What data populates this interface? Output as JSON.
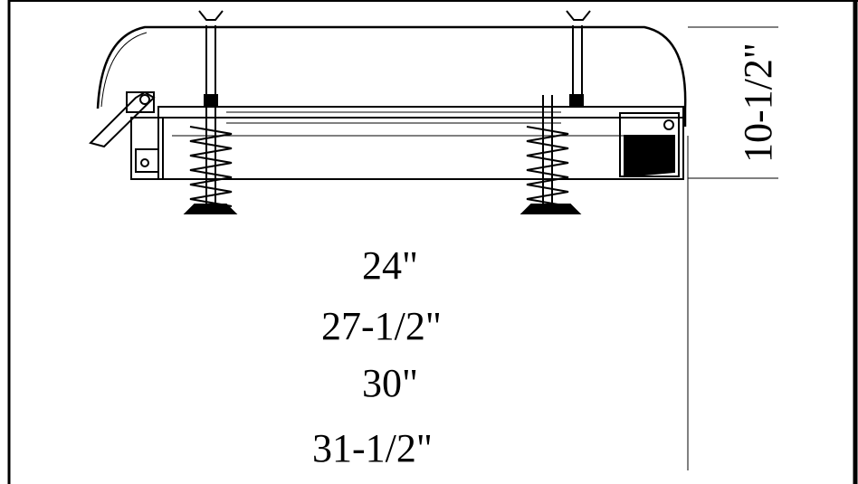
{
  "diagram": {
    "height_label": "10-1/2\"",
    "width_labels": [
      "24\"",
      "27-1/2\"",
      "30\"",
      "31-1/2\""
    ]
  }
}
